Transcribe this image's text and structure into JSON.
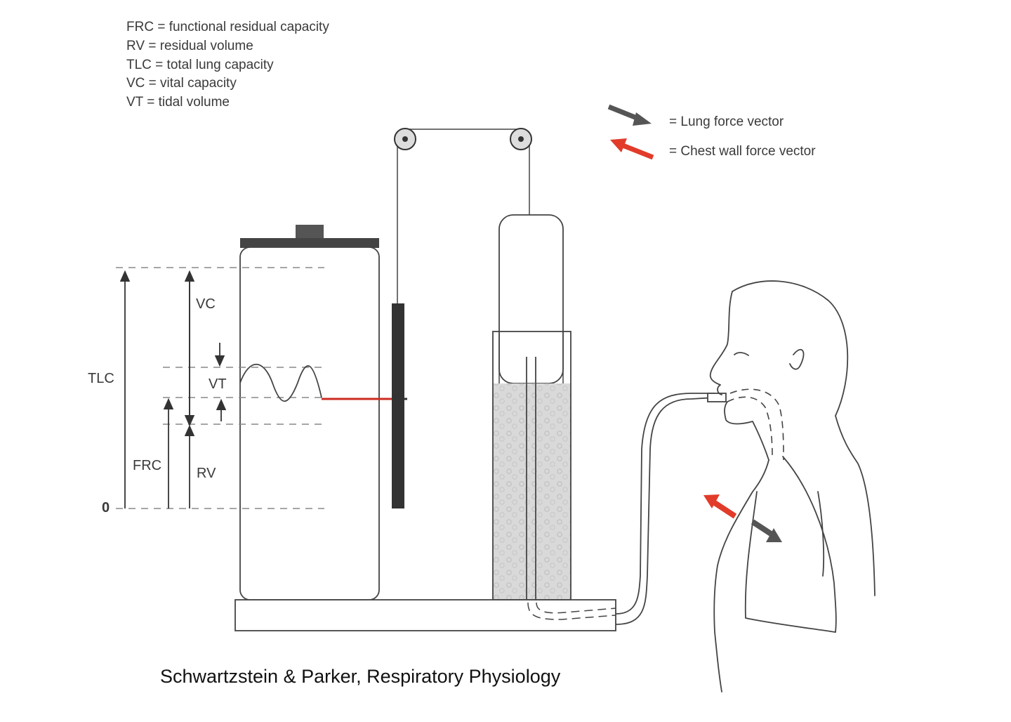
{
  "legend": {
    "items": [
      "FRC = functional residual capacity",
      "RV = residual volume",
      "TLC = total lung capacity",
      "VC = vital capacity",
      "VT = tidal volume"
    ]
  },
  "vectors": {
    "lung_label": "= Lung force vector",
    "chest_label": "= Chest wall force vector",
    "lung_color": "#555555",
    "chest_color": "#e23b2a"
  },
  "dimensions": {
    "tlc": "TLC",
    "vc": "VC",
    "vt": "VT",
    "frc": "FRC",
    "rv": "RV",
    "zero": "0"
  },
  "trace_color": "#cc2b22",
  "caption": "Schwartzstein & Parker, Respiratory Physiology"
}
